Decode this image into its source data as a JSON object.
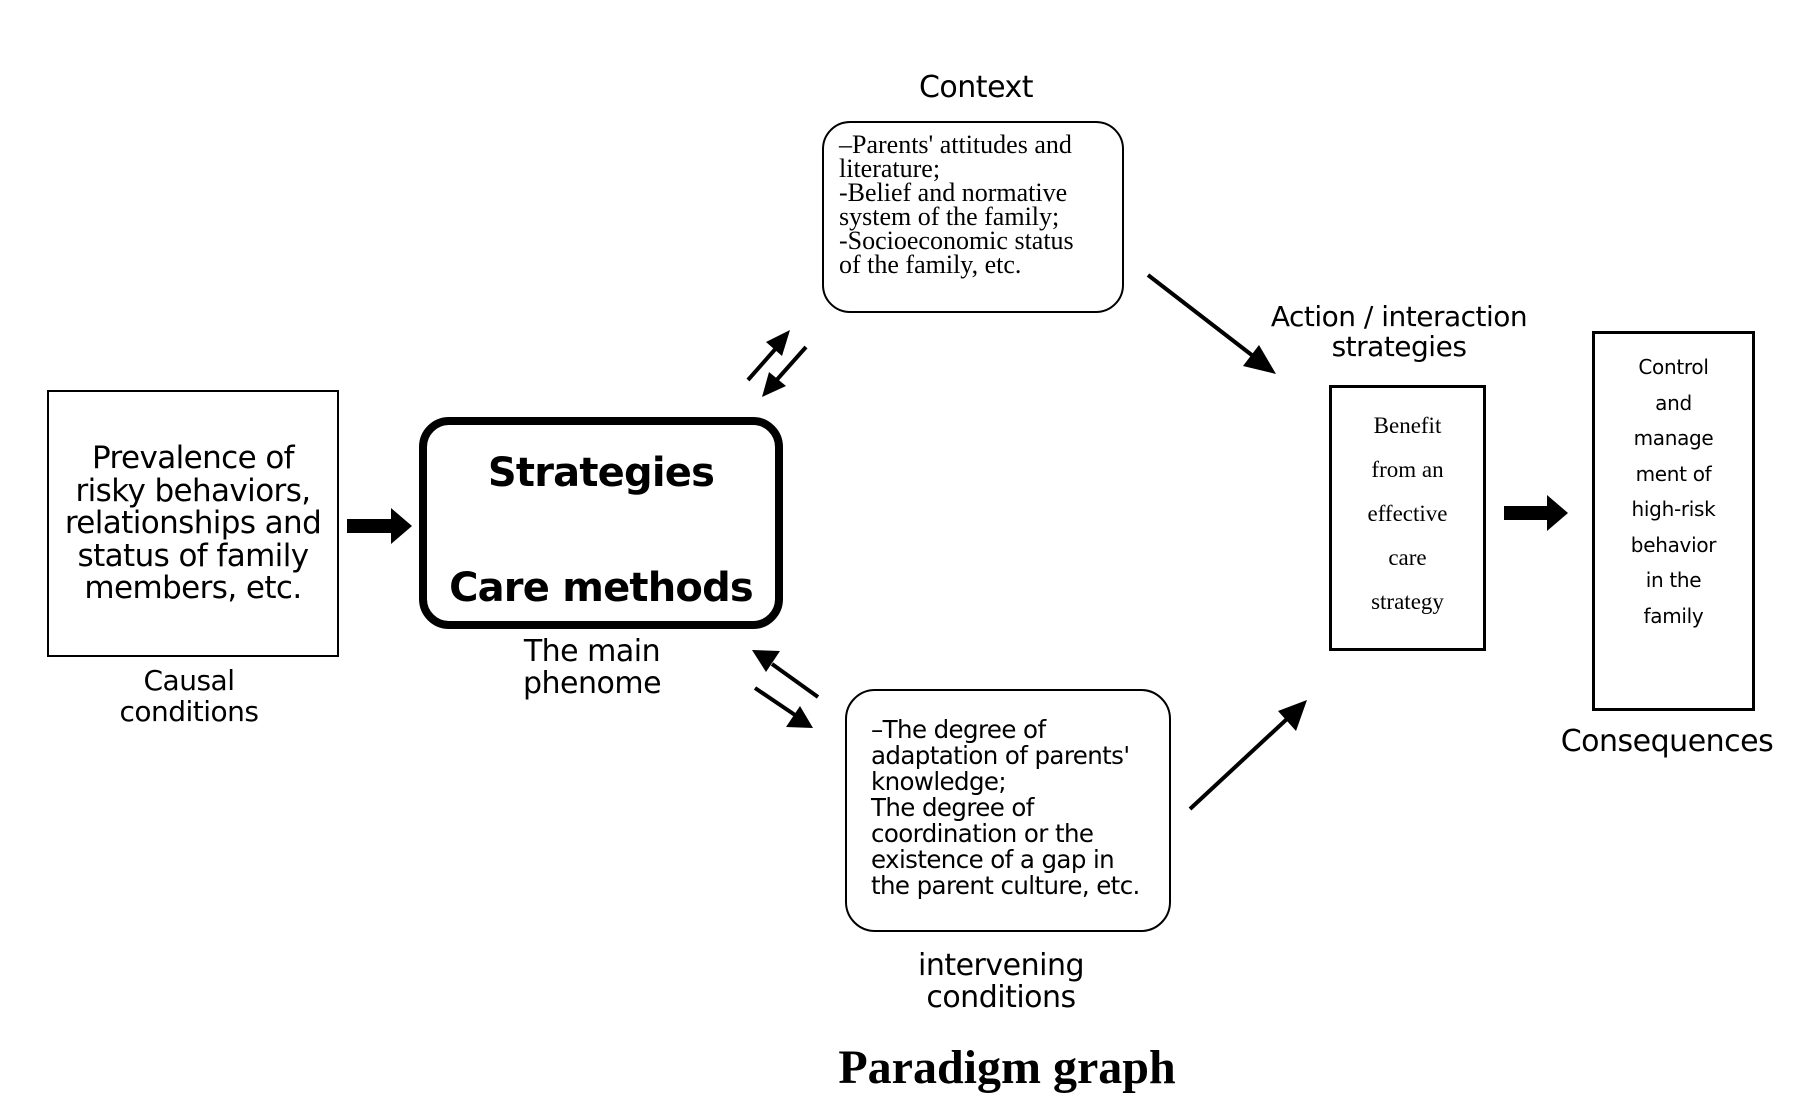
{
  "diagram": {
    "title": "Paradigm graph",
    "causal": {
      "box_text": "Prevalence of risky behaviors, relationships and status of family members, etc.",
      "label_line1": "Causal",
      "label_line2": "conditions"
    },
    "main": {
      "line1": "Strategies",
      "line2": "Care methods",
      "label_line1": "The main",
      "label_line2": "phenome"
    },
    "context": {
      "label": "Context",
      "box_text": " –Parents' attitudes and\nliterature;\n -Belief and normative\nsystem of the family;\n -Socioeconomic status\nof the family, etc."
    },
    "intervening": {
      "box_text": "–The degree of\nadaptation of parents'\nknowledge;\nThe degree of\ncoordination or the\nexistence of a gap in\nthe parent culture, etc.",
      "label_line1": "intervening",
      "label_line2": "conditions"
    },
    "action": {
      "label_line1": "Action / interaction",
      "label_line2": "strategies",
      "box_text": "Benefit\nfrom an\neffective\ncare\nstrategy"
    },
    "consequences": {
      "label": "Consequences",
      "box_text": "Control\nand\nmanage\nment of\nhigh-risk\nbehavior\nin the\nfamily"
    },
    "connections": [
      {
        "from": "causal",
        "to": "main",
        "style": "block-arrow"
      },
      {
        "from": "main",
        "to": "context",
        "style": "bidirectional"
      },
      {
        "from": "main",
        "to": "intervening",
        "style": "bidirectional"
      },
      {
        "from": "context",
        "to": "action",
        "style": "line-arrow"
      },
      {
        "from": "intervening",
        "to": "action",
        "style": "line-arrow"
      },
      {
        "from": "action",
        "to": "consequences",
        "style": "block-arrow"
      }
    ]
  }
}
